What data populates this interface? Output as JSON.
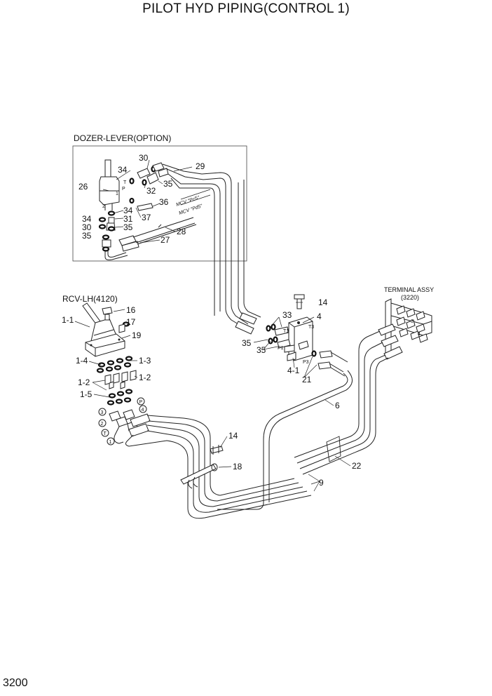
{
  "title": "PILOT HYD PIPING(CONTROL 1)",
  "page_number": "3200",
  "groups": {
    "dozer": "DOZER-LEVER(OPTION)",
    "rcv": "RCV-LH(4120)",
    "terminal_line1": "TERMINAL ASSY",
    "terminal_line2": "(3220)"
  },
  "annotations": {
    "mcv_pc5": "MCV \"Pc5\"",
    "mcv_pd5": "MCV \"Pd5\"",
    "port_t": "T",
    "port_p": "P",
    "port_t1": "T1",
    "port_p1": "P1",
    "port_t3": "T3",
    "port_p3": "P3",
    "port_1": "1",
    "port_2": "2",
    "port_3": "3",
    "port_4": "4",
    "circ_1": "1",
    "circ_2": "2",
    "circ_3": "3",
    "circ_4": "4",
    "circ_t": "T",
    "circ_p": "P"
  },
  "callouts": {
    "c26": "26",
    "c34a": "34",
    "c30a": "30",
    "c29": "29",
    "c32": "32",
    "c35a": "35",
    "c36": "36",
    "c34b": "34",
    "c37": "37",
    "c34c": "34",
    "c31": "31",
    "c30b": "30",
    "c35b": "35",
    "c35c": "35",
    "c28": "28",
    "c27": "27",
    "c14a": "14",
    "c33": "33",
    "c4": "4",
    "c35d": "35",
    "c35e": "35",
    "c41": "4-1",
    "c21": "21",
    "c6": "6",
    "c16": "16",
    "c17": "17",
    "c11": "1-1",
    "c19": "19",
    "c14r": "1-4",
    "c13": "1-3",
    "c12a": "1-2",
    "c12b": "1-2",
    "c15": "1-5",
    "c14b": "14",
    "c18": "18",
    "c9": "9",
    "c22": "22"
  }
}
